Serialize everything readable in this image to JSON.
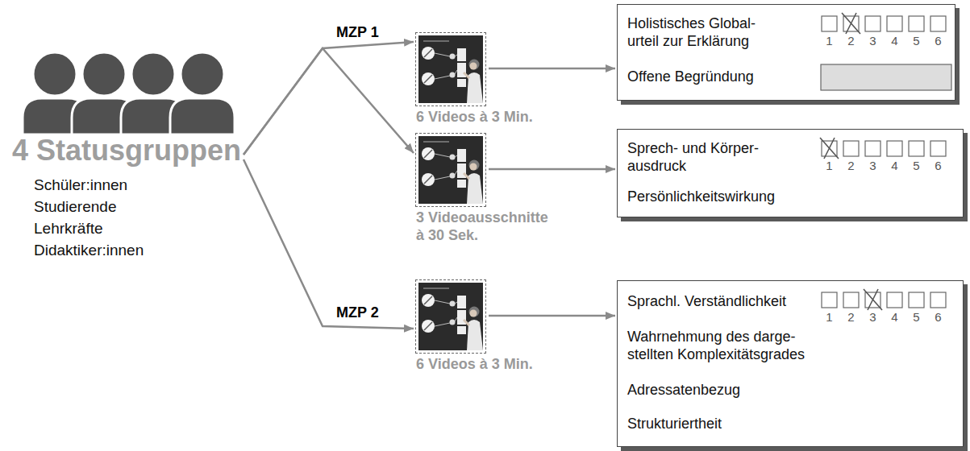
{
  "diagram": {
    "nodes": [
      {
        "text": [
          "4 Statusgruppen",
          "Schüler:innen Studierende Lehrkräfte Didaktiker:innen"
        ]
      },
      {
        "text": [
          "6 Videos à 3 Min."
        ]
      },
      {
        "text": [
          "Holistisches Global- urteil zur Erklärung",
          "Offene Begründung"
        ]
      },
      {
        "text": [
          "3 Videoausschnitte à 30 Sek."
        ]
      },
      {
        "text": [
          "Sprech- und Körper- ausdruck",
          "Persönlichkeitswirkung"
        ]
      },
      {
        "text": [
          "6 Videos à 3 Min."
        ]
      },
      {
        "text": [
          "Sprachl. Verständlichkeit",
          "Wahrnehmung des darge- stellten Komplexitätsgrades",
          "Adressatenbezug",
          "Strukturiertheit"
        ]
      }
    ],
    "edges": [
      {
        "from": 0,
        "to": 1,
        "arrow": "to"
      },
      {
        "from": 0,
        "to": 3,
        "arrow": "to"
      },
      {
        "from": 0,
        "to": 5,
        "arrow": "to"
      },
      {
        "from": 1,
        "to": 2,
        "arrow": "to"
      },
      {
        "from": 3,
        "to": 4,
        "arrow": "to"
      },
      {
        "from": 5,
        "to": 6,
        "arrow": "to"
      }
    ],
    "labels": [
      "MZP 1",
      "1",
      "2",
      "3",
      "4",
      "5",
      "6",
      "1",
      "2",
      "3",
      "4",
      "5",
      "6",
      "MZP 2",
      "1",
      "2",
      "3",
      "4",
      "5",
      "6"
    ]
  }
}
